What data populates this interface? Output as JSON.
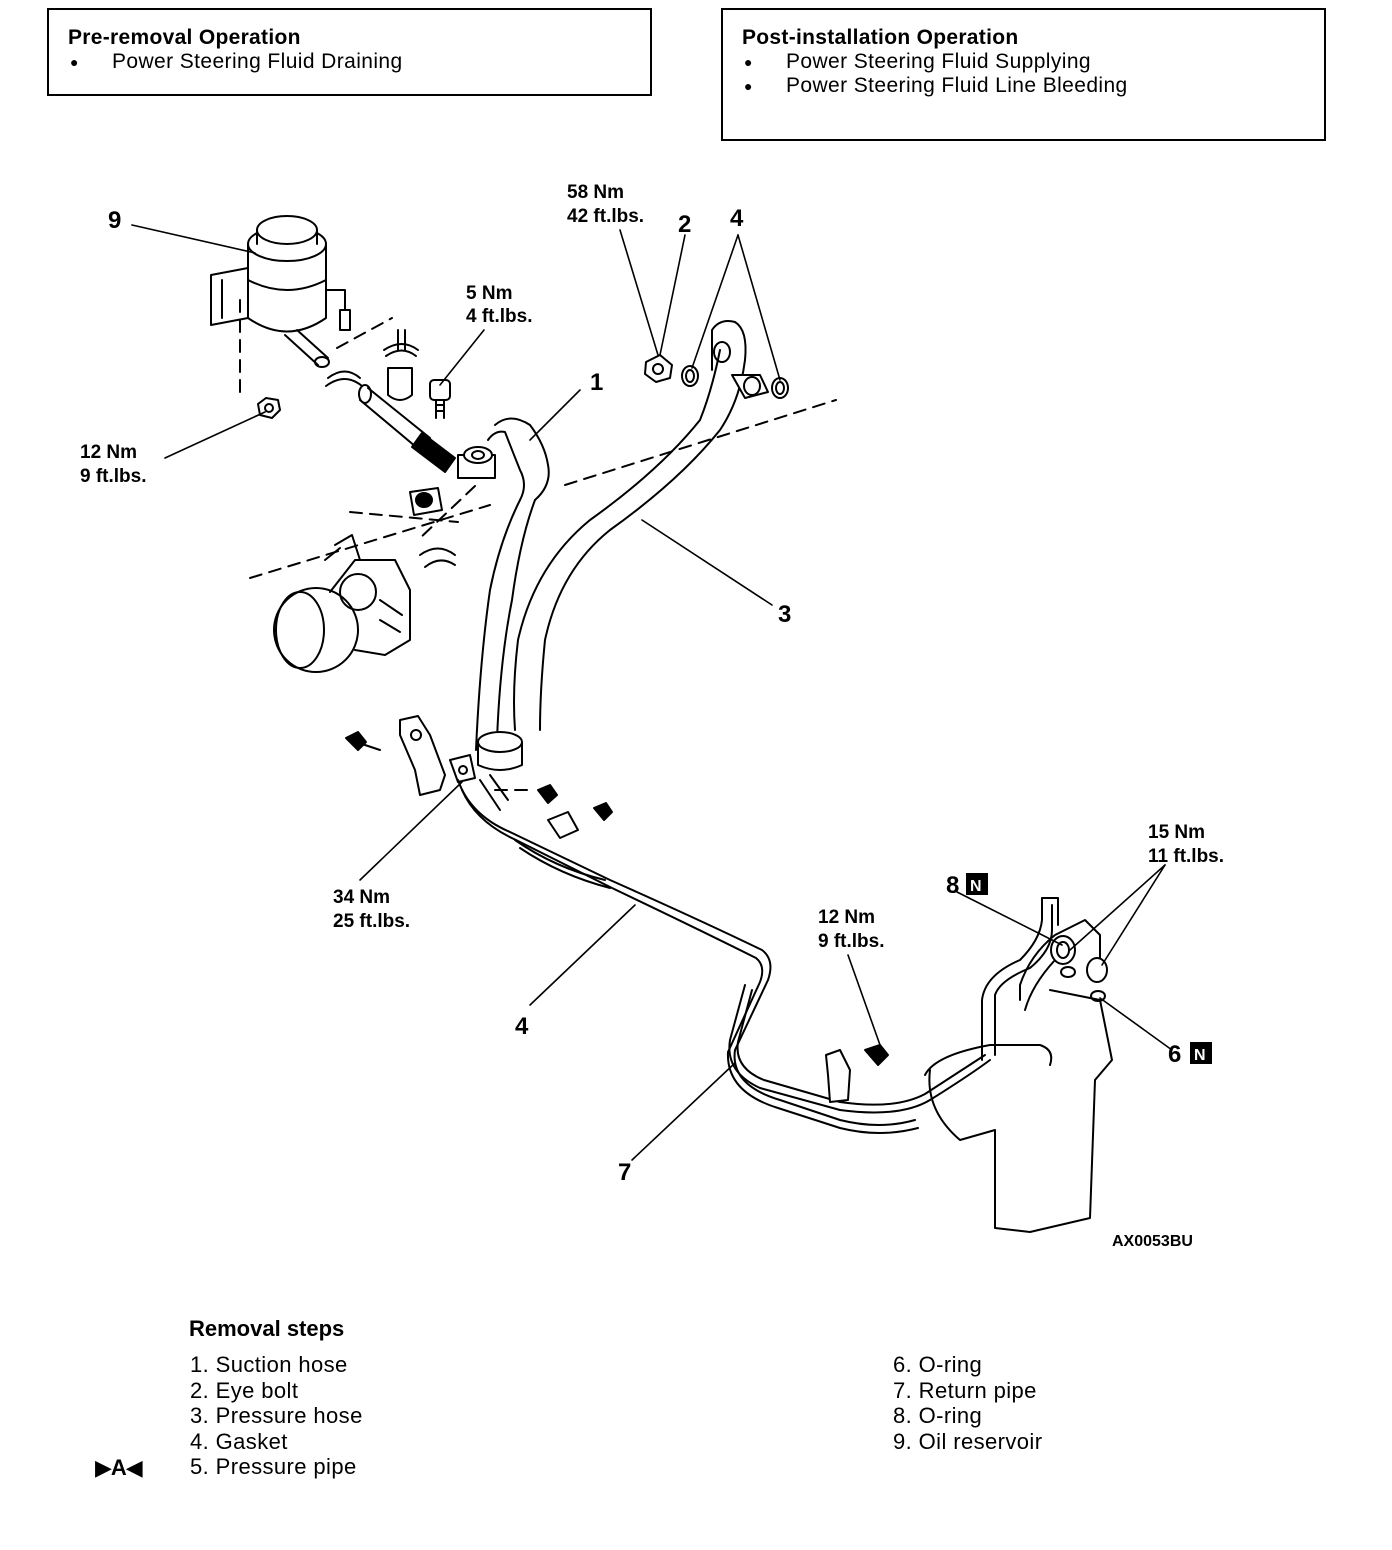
{
  "pre_removal": {
    "title": "Pre-removal Operation",
    "items": [
      "Power Steering Fluid Draining"
    ]
  },
  "post_installation": {
    "title": "Post-installation Operation",
    "items": [
      "Power Steering Fluid Supplying",
      "Power Steering Fluid Line Bleeding"
    ]
  },
  "diagram": {
    "labels": {
      "n9": "9",
      "n1": "1",
      "n2": "2",
      "n4_top": "4",
      "n3": "3",
      "n4_mid": "4",
      "n7": "7",
      "n8": "8",
      "n6": "6",
      "n_box": "N"
    },
    "torques": {
      "t58": [
        "58 Nm",
        "42 ft.lbs."
      ],
      "t5": [
        "5 Nm",
        "4 ft.lbs."
      ],
      "t12a": [
        "12 Nm",
        "9 ft.lbs."
      ],
      "t34": [
        "34 Nm",
        "25 ft.lbs."
      ],
      "t12b": [
        "12 Nm",
        "9 ft.lbs."
      ],
      "t15": [
        "15 Nm",
        "11 ft.lbs."
      ]
    },
    "figure_code": "AX0053BU"
  },
  "removal_steps": {
    "title": "Removal steps",
    "marker": "▶A◀",
    "left": [
      "1. Suction hose",
      "2. Eye bolt",
      "3. Pressure hose",
      "4. Gasket",
      "5. Pressure pipe"
    ],
    "right": [
      "6. O-ring",
      "7. Return pipe",
      "8. O-ring",
      "9. Oil reservoir"
    ]
  }
}
